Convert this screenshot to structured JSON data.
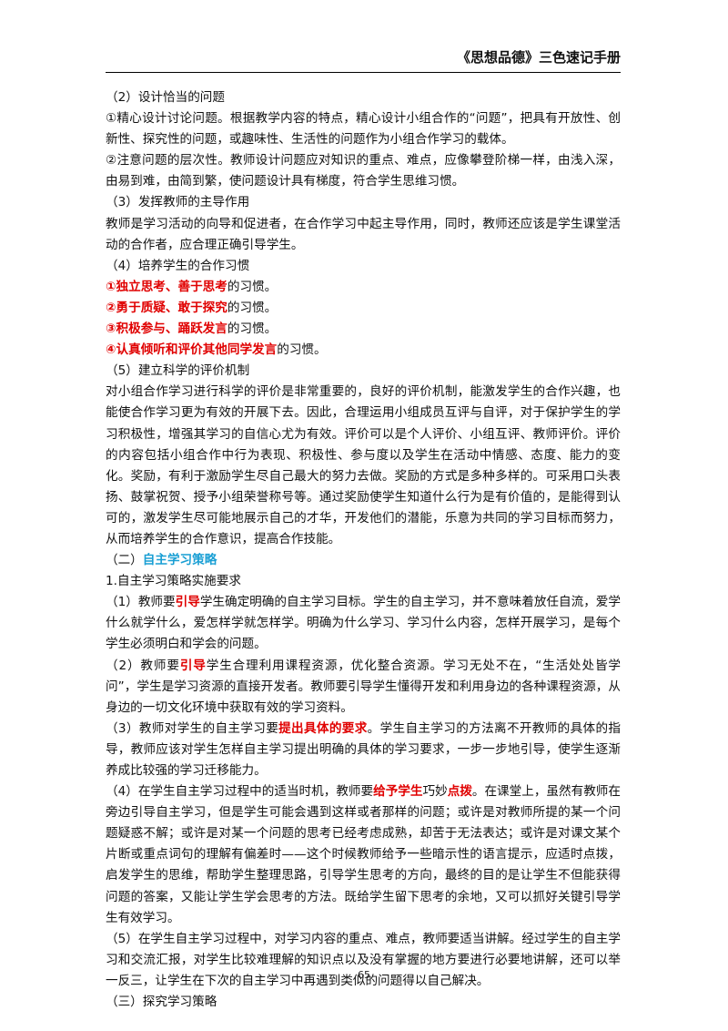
{
  "header": {
    "title": "《思想品德》三色速记手册"
  },
  "sections": {
    "s2": {
      "heading": "（2）设计恰当的问题",
      "p1": "①精心设计讨论问题。根据教学内容的特点，精心设计小组合作的“问题”，把具有开放性、创新性、探究性的问题，或趣味性、生活性的问题作为小组合作学习的载体。",
      "p2": "②注意问题的层次性。教师设计问题应对知识的重点、难点，应像攀登阶梯一样，由浅入深，由易到难，由简到繁，使问题设计具有梯度，符合学生思维习惯。"
    },
    "s3": {
      "heading": "（3）发挥教师的主导作用",
      "p1": "教师是学习活动的向导和促进者，在合作学习中起主导作用，同时，教师还应该是学生课堂活动的合作者，应合理正确引导学生。"
    },
    "s4": {
      "heading": "（4）培养学生的合作习惯",
      "items": [
        {
          "num": "①",
          "hl": "独立思考、善于思考",
          "rest": "的习惯。"
        },
        {
          "num": "②",
          "hl": "勇于质疑、敢于探究",
          "rest": "的习惯。"
        },
        {
          "num": "③",
          "hl": "积极参与、踊跃发言",
          "rest": "的习惯。"
        },
        {
          "num": "④",
          "hl": "认真倾听和评价其他同学发言",
          "rest": "的习惯。"
        }
      ]
    },
    "s5": {
      "heading": "（5）建立科学的评价机制",
      "p1": "对小组合作学习进行科学的评价是非常重要的，良好的评价机制，能激发学生的合作兴趣，也能使合作学习更为有效的开展下去。因此，合理运用小组成员互评与自评，对于保护学生的学习积极性，增强其学习的自信心尤为有效。评价可以是个人评价、小组互评、教师评价。评价的内容包括小组合作中行为表现、积极性、参与度以及学生在活动中情感、态度、能力的变化。奖励，有利于激励学生尽自己最大的努力去做。奖励的方式是多种多样的。可采用口头表扬、鼓掌祝贺、授予小组荣誉称号等。通过奖励使学生知道什么行为是有价值的，是能得到认可的，激发学生尽可能地展示自己的才华，开发他们的潜能，乐意为共同的学习目标而努力，从而培养学生的合作意识，提高合作技能。"
    },
    "part2": {
      "prefix": "（二）",
      "title": "自主学习策略",
      "sub": "1.自主学习策略实施要求",
      "r1a": "（1）教师要",
      "r1hl": "引导",
      "r1b": "学生确定明确的自主学习目标。学生的自主学习，并不意味着放任自流，爱学什么就学什么，爱怎样学就怎样学。明确为什么学习、学习什么内容，怎样开展学习，是每个学生必须明白和学会的问题。",
      "r2a": "（2）教师要",
      "r2hl": "引导",
      "r2b": "学生合理利用课程资源，优化整合资源。学习无处不在，“生活处处皆学问”，学生是学习资源的直接开发者。教师要引导学生懂得开发和利用身边的各种课程资源，从身边的一切文化环境中获取有效的学习资料。",
      "r3a": "（3）教师对学生的自主学习要",
      "r3hl": "提出具体的要求",
      "r3b": "。学生自主学习的方法离不开教师的具体的指导，教师应该对学生怎样自主学习提出明确的具体的学习要求，一步一步地引导，使学生逐渐养成比较强的学习迁移能力。",
      "r4a": "（4）在学生自主学习过程中的适当时机，教师要",
      "r4hl1": "给予学生",
      "r4mid": "巧妙",
      "r4hl2": "点拨",
      "r4b": "。在课堂上，虽然有教师在旁边引导自主学习，但是学生可能会遇到这样或者那样的问题；或许是对教师所提的某一个问题疑惑不解；或许是对某一个问题的思考已经考虑成熟，却苦于无法表达；或许是对课文某个片断或重点词句的理解有偏差时——这个时候教师给予一些暗示性的语言提示，应适时点拨，启发学生的思维，帮助学生整理思路，引导学生思考的方向，最终的目的是让学生不但能获得问题的答案，又能让学生学会思考的方法。既给学生留下思考的余地，又可以抓好关键引导学生有效学习。",
      "r5": "（5）在学生自主学习过程中，对学习内容的重点、难点，教师要适当讲解。经过学生的自主学习和交流汇报，对学生比较难理解的知识点以及没有掌握的地方要进行必要地讲解，还可以举一反三，让学生在下次的自主学习中再遇到类似的问题得以自己解决。"
    },
    "part3": {
      "heading": "（三）探究学习策略"
    }
  },
  "footer": {
    "page_number": "65"
  },
  "colors": {
    "highlight_red": "#e00000",
    "heading_blue": "#1a9fd4"
  }
}
